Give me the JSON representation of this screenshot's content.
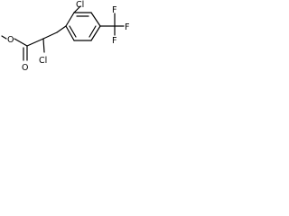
{
  "diagram": {
    "type": "chemical-structure",
    "atom_labels": {
      "ester_oxygen": "O",
      "carbonyl_oxygen": "O",
      "alpha_chlorine": "Cl",
      "ring_chlorine": "Cl",
      "trifluoromethyl_f_top": "F",
      "trifluoromethyl_f_right": "F",
      "trifluoromethyl_f_bottom": "F"
    },
    "colors": {
      "bond": "#000000",
      "label": "#000000",
      "background": "#ffffff"
    }
  }
}
